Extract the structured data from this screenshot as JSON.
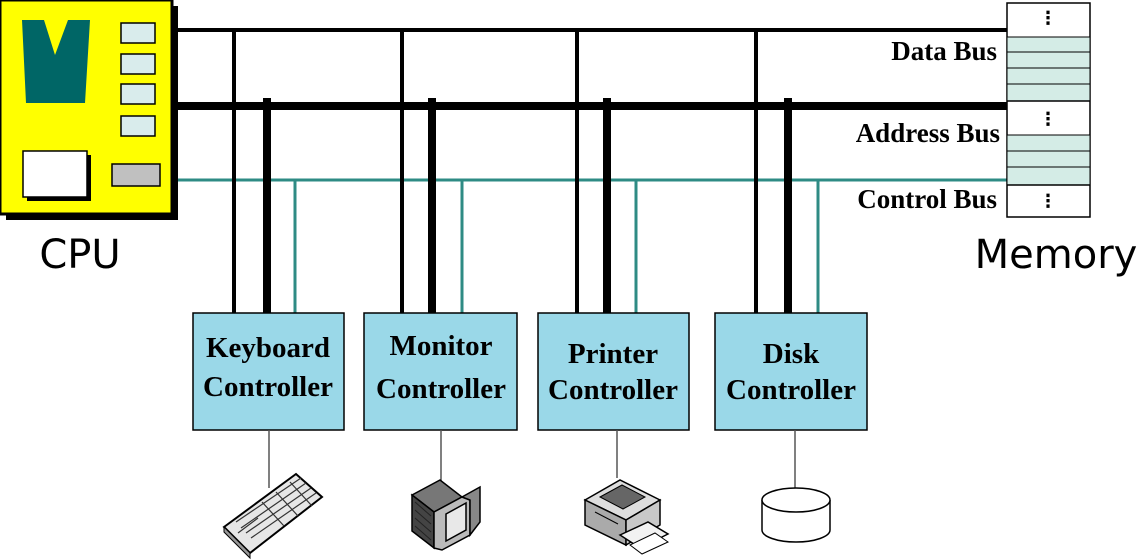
{
  "cpu": {
    "label": "CPU"
  },
  "memory": {
    "label": "Memory"
  },
  "buses": {
    "data": "Data Bus",
    "address": "Address Bus",
    "control": "Control Bus"
  },
  "memory_dots": [
    "⋮",
    "⋮",
    "⋮"
  ],
  "controllers": [
    {
      "line1": "Keyboard",
      "line2": "Controller",
      "device": "keyboard"
    },
    {
      "line1": "Monitor",
      "line2": "Controller",
      "device": "monitor"
    },
    {
      "line1": "Printer",
      "line2": "Controller",
      "device": "printer"
    },
    {
      "line1": "Disk",
      "line2": "Controller",
      "device": "disk"
    }
  ],
  "colors": {
    "cpu_body": "#ffff00",
    "cpu_chip": "#006666",
    "cpu_pins": "#d9ecec",
    "controller_fill": "#9ad8e8",
    "control_bus": "#2e8b84",
    "memory_highlight": "#d4ece6"
  }
}
